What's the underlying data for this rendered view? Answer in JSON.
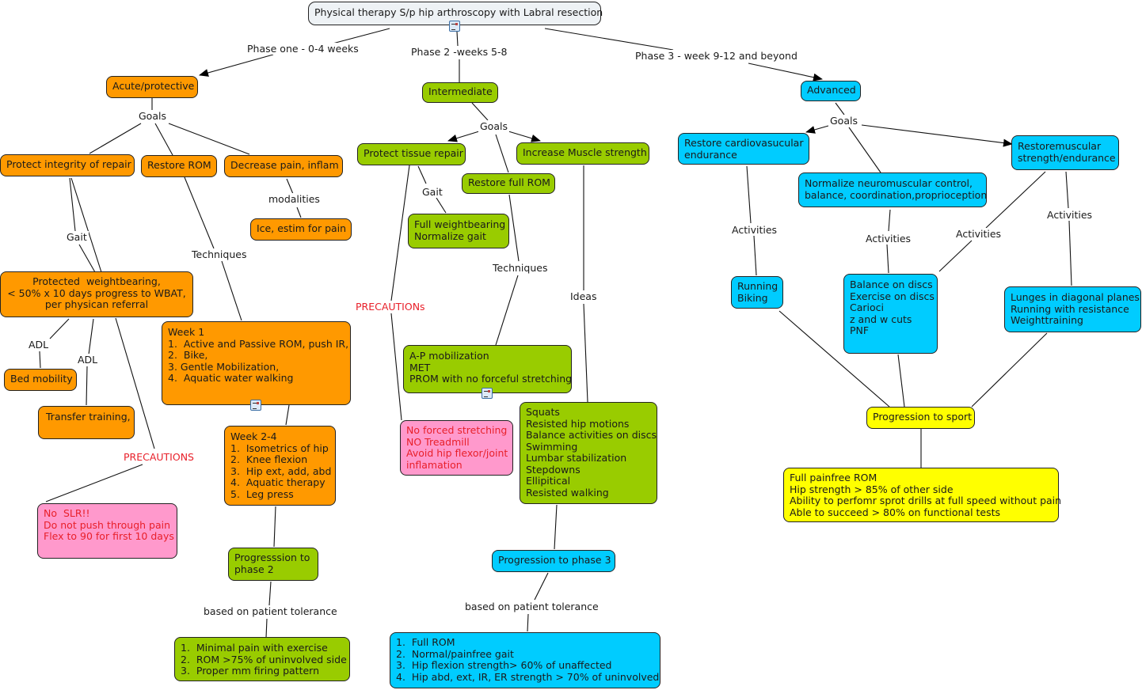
{
  "root": {
    "title": "Physical therapy S/p hip arthroscopy with Labral resection"
  },
  "phase_links": {
    "phase1": "Phase one - 0-4 weeks",
    "phase2": "Phase 2 -weeks 5-8",
    "phase3": "Phase 3 - week 9-12 and beyond"
  },
  "phase1": {
    "title": "Acute/protective",
    "goals_label": "Goals",
    "goals": [
      "Protect integrity of repair",
      "Restore ROM",
      "Decrease pain, inflam"
    ],
    "modalities_label": "modalities",
    "modalities": "Ice, estim for pain",
    "gait_label": "Gait",
    "weightbearing": "Protected  weightbearing,\n< 50% x 10 days progress to WBAT,\nper physican referral",
    "adl_label": "ADL",
    "bed_mobility": "Bed mobility",
    "transfer_training": "Transfer training,",
    "precautions_label": "PRECAUTIONS",
    "precautions": "No  SLR!!\nDo not push through pain\nFlex to 90 for first 10 days",
    "techniques_label": "Techniques",
    "week1": "Week 1\n1.  Active and Passive ROM, push IR,\n2.  Bike,\n3. Gentle Mobilization,\n4.  Aquatic water walking",
    "week2_4": "Week 2-4\n1.  Isometrics of hip\n2.  Knee flexion\n3.  Hip ext, add, abd\n4.  Aquatic therapy\n5.  Leg press",
    "progression": "Progresssion to\nphase 2",
    "tolerance_label": "based on patient tolerance",
    "criteria": "1.  Minimal pain with exercise\n2.  ROM >75% of uninvolved side\n3.  Proper mm firing pattern"
  },
  "phase2": {
    "title": "Intermediate",
    "goals_label": "Goals",
    "goals": [
      "Protect tissue repair",
      "Restore full ROM",
      "Increase Muscle strength"
    ],
    "gait_label": "Gait",
    "gait": "Full weightbearing\nNormalize gait",
    "precautions_label": "PRECAUTIONs",
    "precautions": "No forced stretching\nNO Treadmill\nAvoid hip flexor/joint\ninflamation",
    "techniques_label": "Techniques",
    "techniques": "A-P mobilization\nMET\nPROM with no forceful stretching",
    "ideas_label": "Ideas",
    "ideas": "Squats\nResisted hip motions\nBalance activities on discs\nSwimming\nLumbar stabilization\nStepdowns\nEllipitical\nResisted walking",
    "progression": "Progression to phase 3",
    "tolerance_label": "based on patient tolerance",
    "criteria": "1.  Full ROM\n2.  Normal/painfree gait\n3.  Hip flexion strength> 60% of unaffected\n4.  Hip abd, ext, IR, ER strength > 70% of uninvolved"
  },
  "phase3": {
    "title": "Advanced",
    "goals_label": "Goals",
    "goals": [
      "Restore cardiovasucular\nendurance",
      "Normalize neuromuscular control,\nbalance, coordination,proprioception",
      "Restoremuscular\nstrength/endurance"
    ],
    "activities_label": "Activities",
    "cardio_activities": "Running\nBiking",
    "neuro_activities": "Balance on discs\nExercise on discs\nCarioci\nz and w cuts\nPNF",
    "strength_activities": "Lunges in diagonal planes\nRunning with resistance\nWeighttraining",
    "progression": "Progression to sport",
    "criteria": "Full painfree ROM\nHip strength > 85% of other side\nAbility to perfomr sprot drills at full speed without pain\nAble to succeed > 80% on functional tests"
  },
  "colors": {
    "phase1": "#ff9900",
    "phase2": "#99cc00",
    "phase3": "#00ccff",
    "precautions": "#ff99cc",
    "sport": "#ffff00",
    "warning_text": "#e8202a"
  }
}
